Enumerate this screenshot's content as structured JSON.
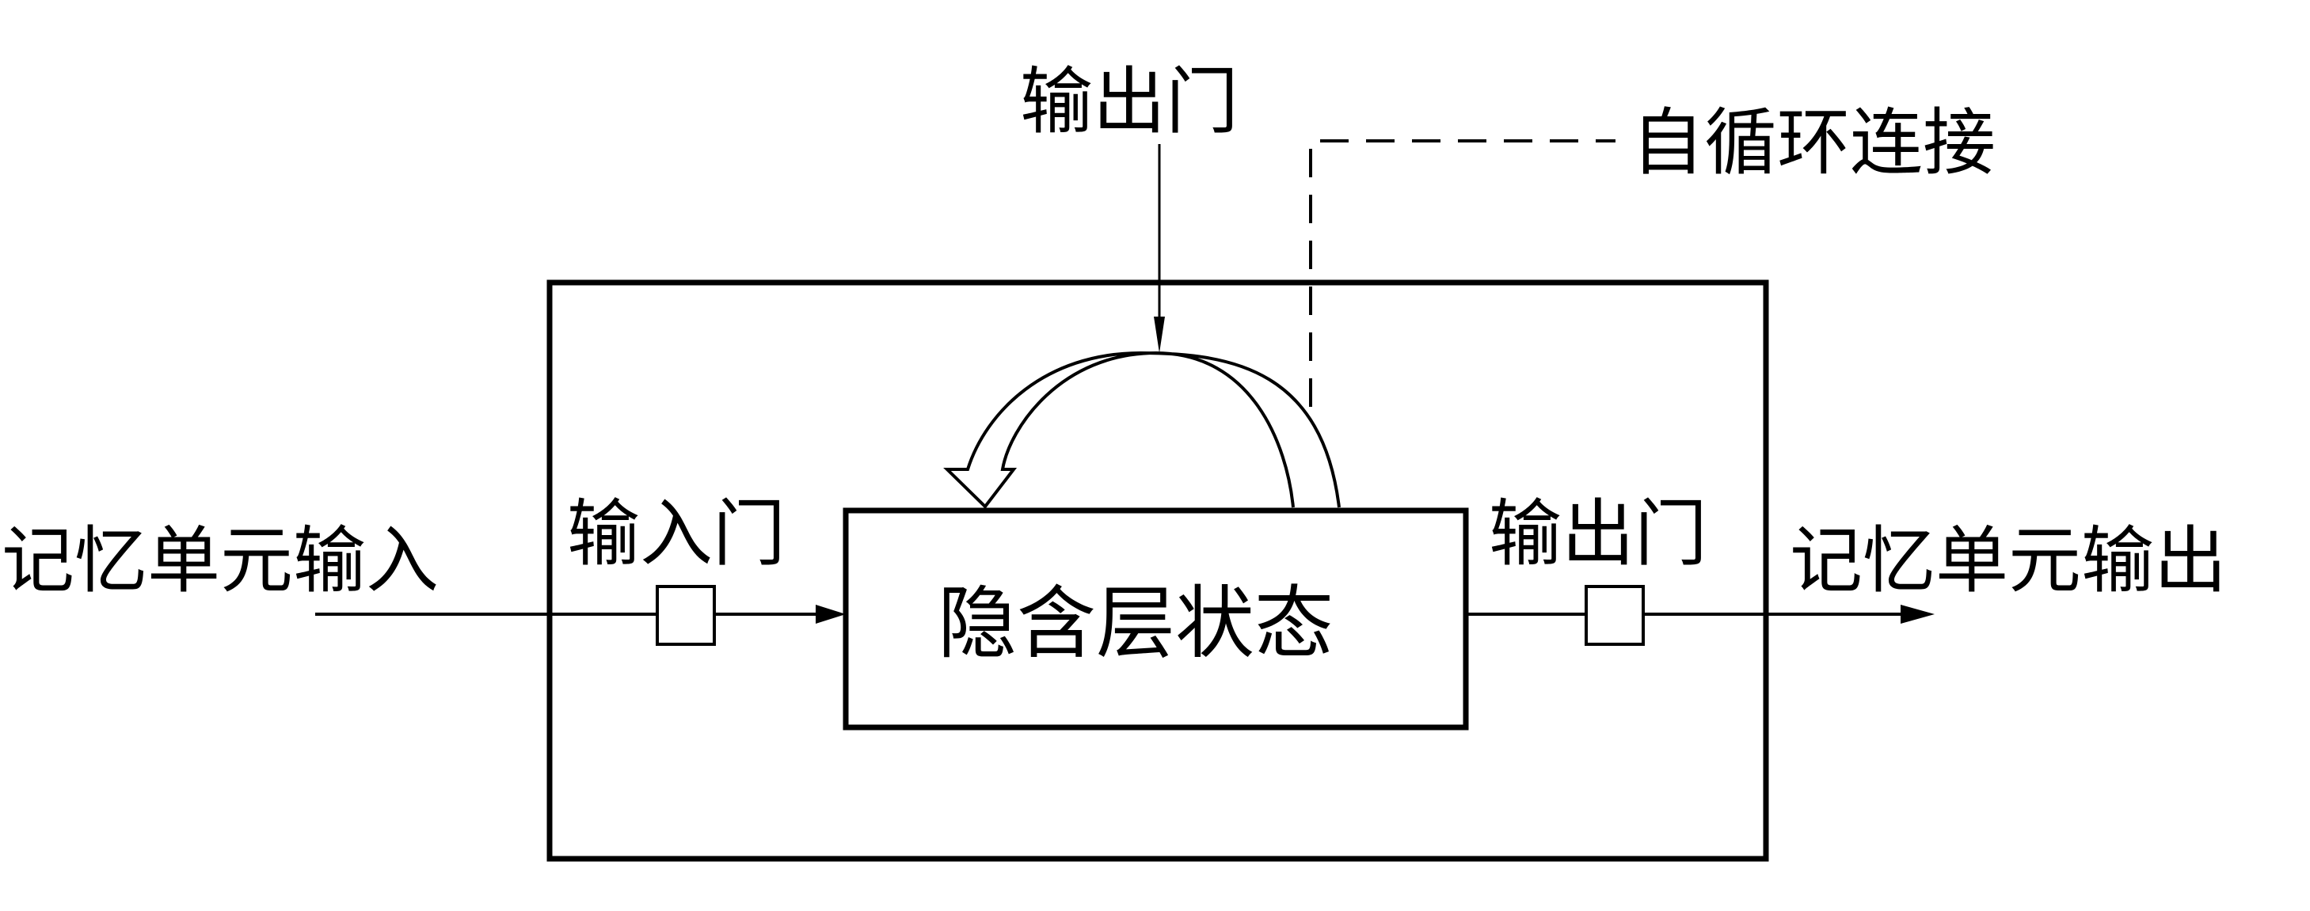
{
  "diagram": {
    "title_top": "输出门",
    "self_loop_label": "自循环连接",
    "input_label": "记忆单元输入",
    "output_label": "记忆单元输出",
    "input_gate_label": "输入门",
    "output_gate_label": "输出门",
    "hidden_state_label": "隐含层状态",
    "colors": {
      "stroke": "#000000",
      "background": "#ffffff"
    }
  }
}
